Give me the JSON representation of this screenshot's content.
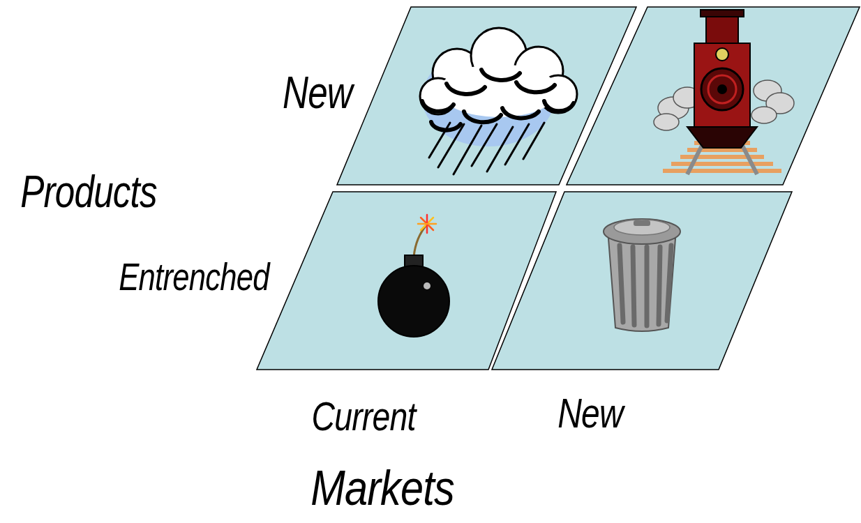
{
  "diagram": {
    "labels": [
      "New",
      "Products",
      "Entrenched",
      "Current",
      "New",
      "Markets"
    ]
  }
}
